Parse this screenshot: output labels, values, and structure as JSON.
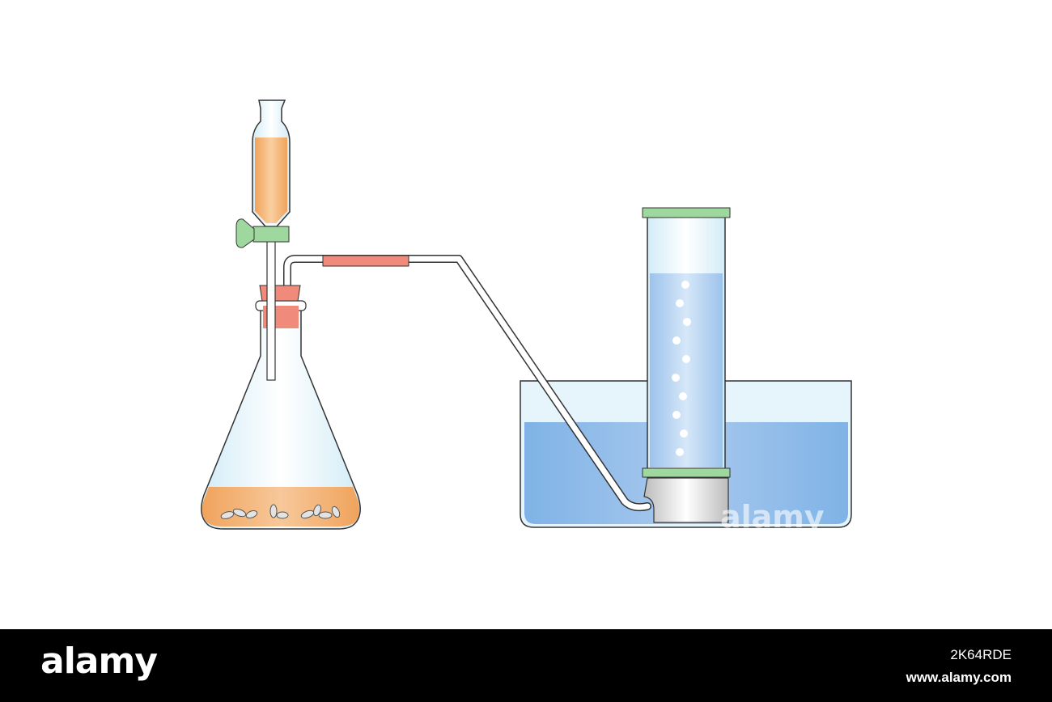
{
  "diagram": {
    "liquid_color": "#f0a35c",
    "water_color": "#7fb3e6",
    "glass_color": "#dff0f8",
    "stopper_color": "#f08a7a",
    "valve_color": "#9ed89e",
    "bubble_count": 10,
    "watermark_text": "alamy"
  },
  "footer": {
    "brand": "alamy",
    "image_id": "2K64RDE",
    "site": "www.alamy.com"
  }
}
